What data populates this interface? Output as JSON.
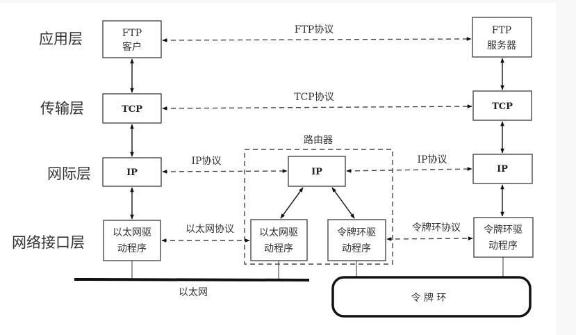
{
  "layers": {
    "application": "应用层",
    "transport": "传输层",
    "internet": "网际层",
    "network_interface": "网络接口层"
  },
  "left_host": {
    "ftp_client": {
      "line1": "FTP",
      "line2": "客户"
    },
    "tcp": "TCP",
    "ip": "IP",
    "driver": {
      "line1": "以太网驱",
      "line2": "动程序"
    }
  },
  "right_host": {
    "ftp_server": {
      "line1": "FTP",
      "line2": "服务器"
    },
    "tcp": "TCP",
    "ip": "IP",
    "driver": {
      "line1": "令牌环驱",
      "line2": "动程序"
    }
  },
  "router": {
    "label": "路由器",
    "ip": "IP",
    "ethernet_driver": {
      "line1": "以太网驱",
      "line2": "动程序"
    },
    "token_ring_driver": {
      "line1": "令牌环驱",
      "line2": "动程序"
    }
  },
  "protocols": {
    "ftp": "FTP协议",
    "tcp": "TCP协议",
    "ip_left": "IP协议",
    "ip_right": "IP协议",
    "ethernet": "以太网协议",
    "token_ring": "令牌环协议"
  },
  "networks": {
    "ethernet": "以太网",
    "token_ring": "令 牌 环"
  }
}
